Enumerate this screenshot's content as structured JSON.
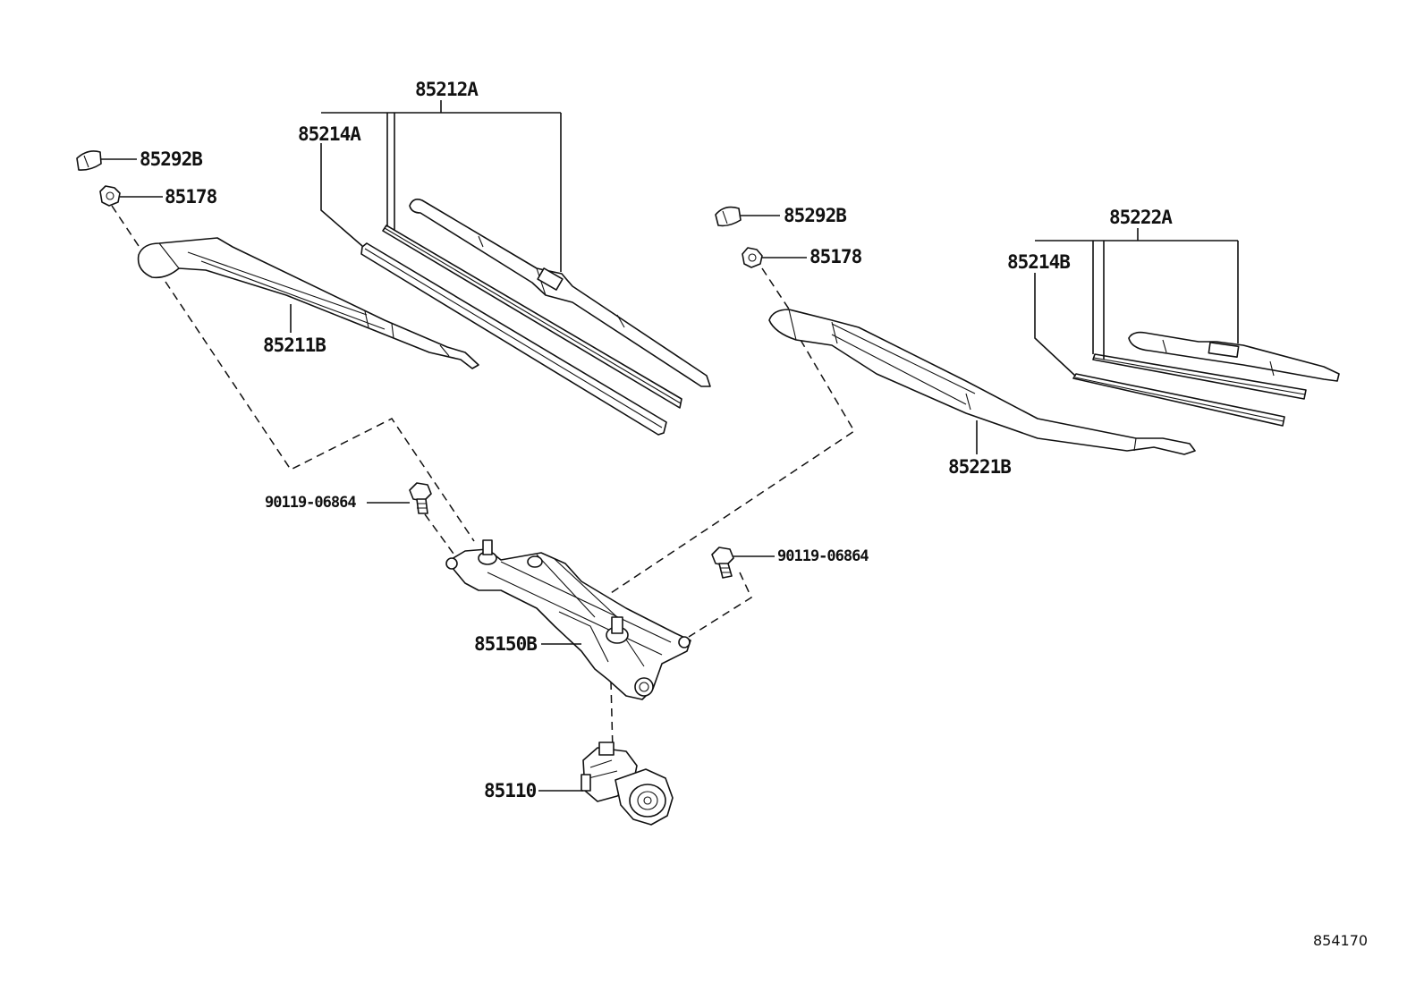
{
  "diagram_id": "854170",
  "parts": {
    "cap_left": "85292B",
    "nut_left": "85178",
    "arm_left": "85211B",
    "blade_left_assy": "85212A",
    "refill_left": "85214A",
    "cap_right": "85292B",
    "nut_right": "85178",
    "arm_right": "85221B",
    "blade_right_assy": "85222A",
    "refill_right": "85214B",
    "bolt_left": "90119-06864",
    "bolt_right": "90119-06864",
    "link_assy": "85150B",
    "motor": "85110"
  }
}
